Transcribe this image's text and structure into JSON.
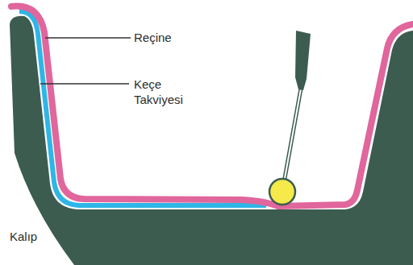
{
  "diagram": {
    "labels": [
      "Reçine",
      "Keçe Takviyesi",
      "Kalıp"
    ]
  }
}
